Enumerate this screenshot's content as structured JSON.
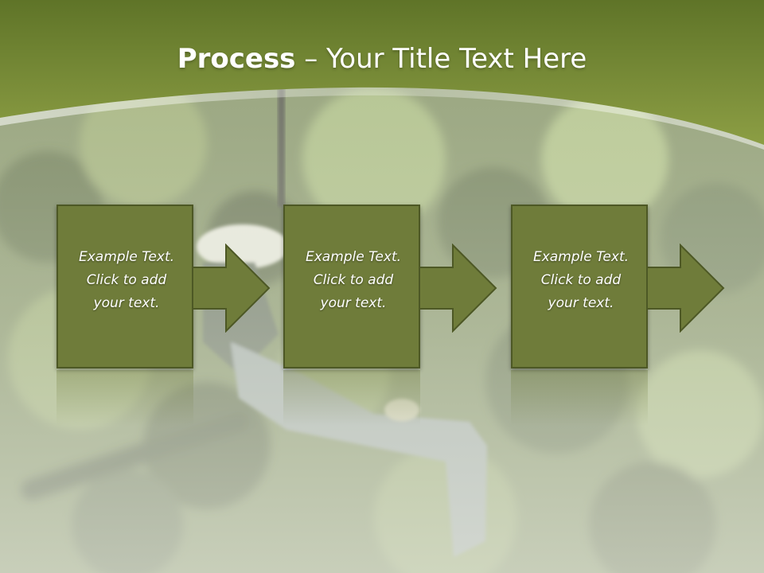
{
  "slide": {
    "title_bold": "Process",
    "title_rest": " – Your Title Text Here"
  },
  "steps": [
    {
      "text": "Example Text.\nClick  to add\nyour text."
    },
    {
      "text": "Example Text.\nClick  to add\nyour text."
    },
    {
      "text": "Example Text.\nClick  to add\nyour text."
    }
  ],
  "colors": {
    "header_green": "#7a8c35",
    "box_fill": "#6f7c3a",
    "box_border": "#4d5825",
    "photo_overlay": "#d9dfcf"
  },
  "icons": {
    "step_connector": "right-arrow-icon"
  }
}
